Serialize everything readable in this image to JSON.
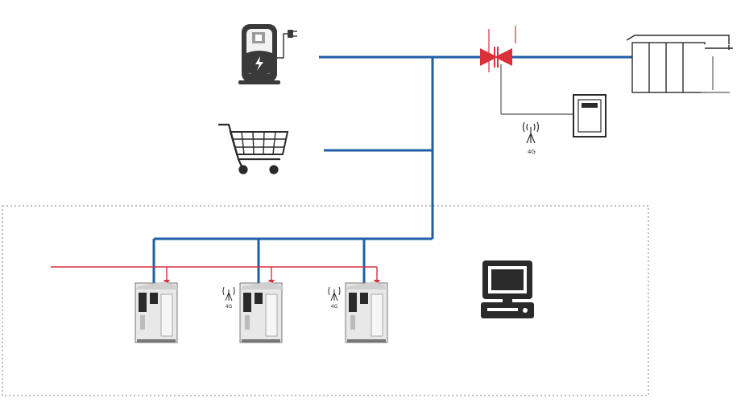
{
  "labels": {
    "meter_signal": "4G",
    "cabinet_2_signal": "4G",
    "cabinet_3_signal": "4G"
  },
  "colors": {
    "ac_bus": "#1f5fa8",
    "dc_line": "#d9303a",
    "device_dark": "#2a2a2a",
    "device_light": "#e8e8e8",
    "boundary": "#9a9a9a"
  },
  "icons": {
    "ev_charger": "ev-charger-icon",
    "shopping_cart": "shopping-cart-icon",
    "transformer": "transformer-switch-icon",
    "grid": "power-grid-building-icon",
    "meter": "smart-meter-icon",
    "cabinet": "energy-storage-cabinet-icon",
    "computer": "monitoring-computer-icon",
    "antenna": "antenna-icon"
  }
}
